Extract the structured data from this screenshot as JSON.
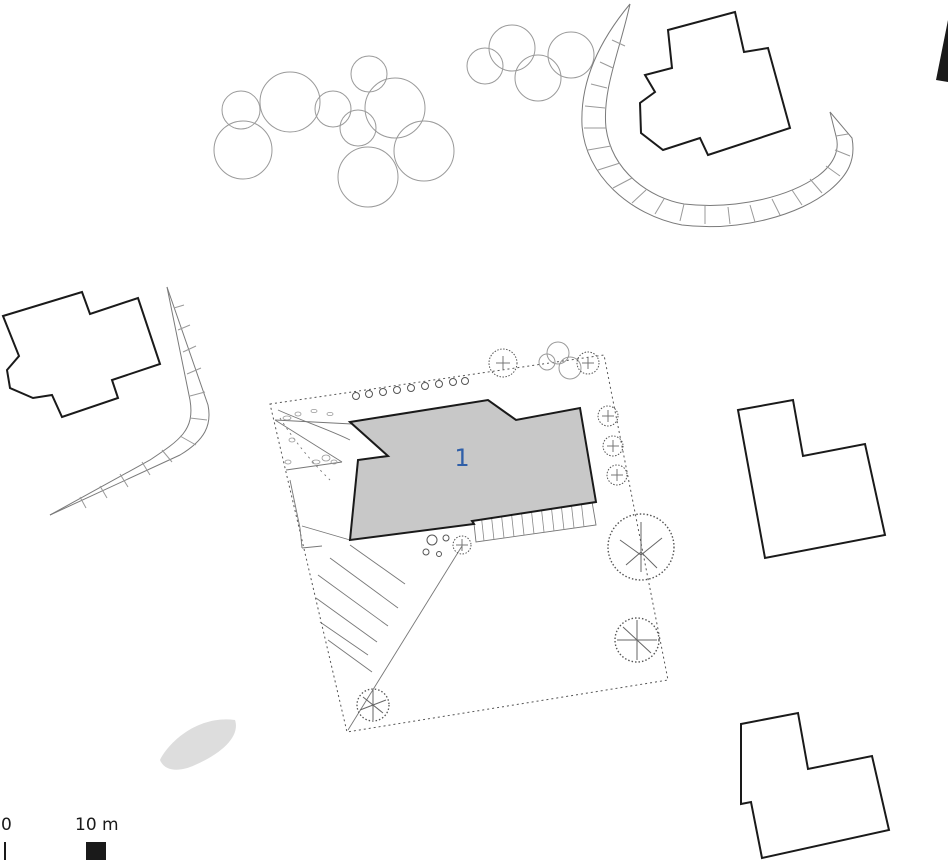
{
  "plan": {
    "main_building_label": "1",
    "label_color": "#2f5fa8",
    "building_fill": "#c8c8c8",
    "line_color": "#1a1a1a",
    "thin_line_color": "#8c8c8c"
  },
  "scale_bar": {
    "start_label": "0",
    "end_label": "10 m"
  }
}
